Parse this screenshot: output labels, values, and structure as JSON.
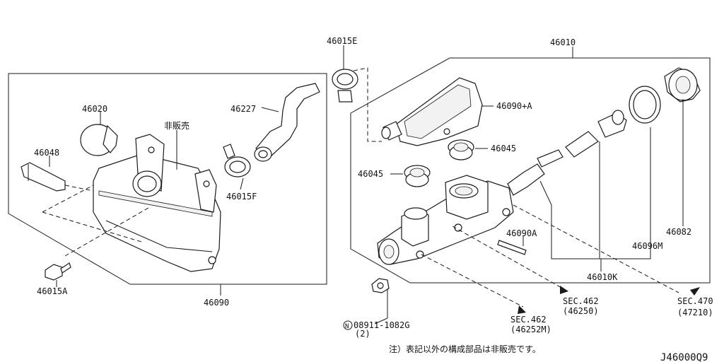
{
  "labels": {
    "p46015E": "46015E",
    "p46010": "46010",
    "p46020": "46020",
    "hihanbai": "非販売",
    "p46227": "46227",
    "p46090A_plus": "46090+A",
    "p46048": "46048",
    "p46045_right": "46045",
    "p46045_left": "46045",
    "p46015F": "46015F",
    "p46090A": "46090A",
    "p46082": "46082",
    "p46096M": "46096M",
    "p46015A": "46015A",
    "p46010K": "46010K",
    "p46090": "46090",
    "sec462_a": "SEC.462",
    "sec462_a_sub": "(46250)",
    "sec470": "SEC.470",
    "sec470_sub": "(47210)",
    "sec462_b": "SEC.462",
    "sec462_b_sub": "(46252M)",
    "n08911_symbol": "N",
    "n08911": "08911-1082G",
    "n08911_qty": "(2)"
  },
  "footnote": "注）表記以外の構成部品は非販売です。",
  "diagram_code": "J46000Q9"
}
